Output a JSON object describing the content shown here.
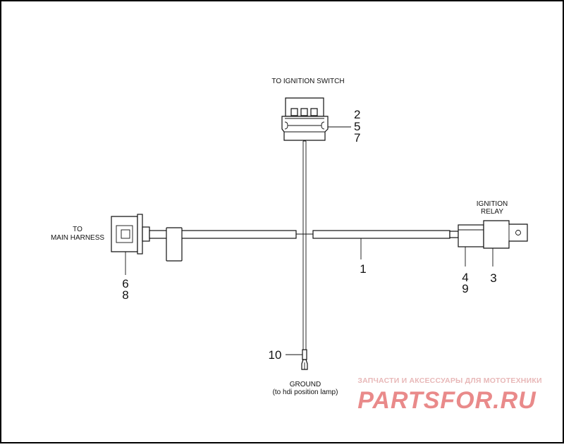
{
  "labels": {
    "to_ignition_switch": "TO IGNITION SWITCH",
    "ignition_relay_1": "IGNITION",
    "ignition_relay_2": "RELAY",
    "to_main_harness_1": "TO",
    "to_main_harness_2": "MAIN HARNESS",
    "ground_1": "GROUND",
    "ground_2": "(to hdi position lamp)"
  },
  "callouts": {
    "switch": [
      "2",
      "5",
      "7"
    ],
    "harness": [
      "6",
      "8"
    ],
    "main": "1",
    "relay_left": [
      "4",
      "9"
    ],
    "relay_right": "3",
    "ground": "10"
  },
  "watermark": {
    "tagline": "ЗАПЧАСТИ И АКСЕССУАРЫ ДЛЯ МОТОТЕХНИКИ",
    "brand": "PARTSFOR.RU"
  },
  "colors": {
    "line": "#111111",
    "watermark": "#e98a8a",
    "frame": "#000000"
  }
}
